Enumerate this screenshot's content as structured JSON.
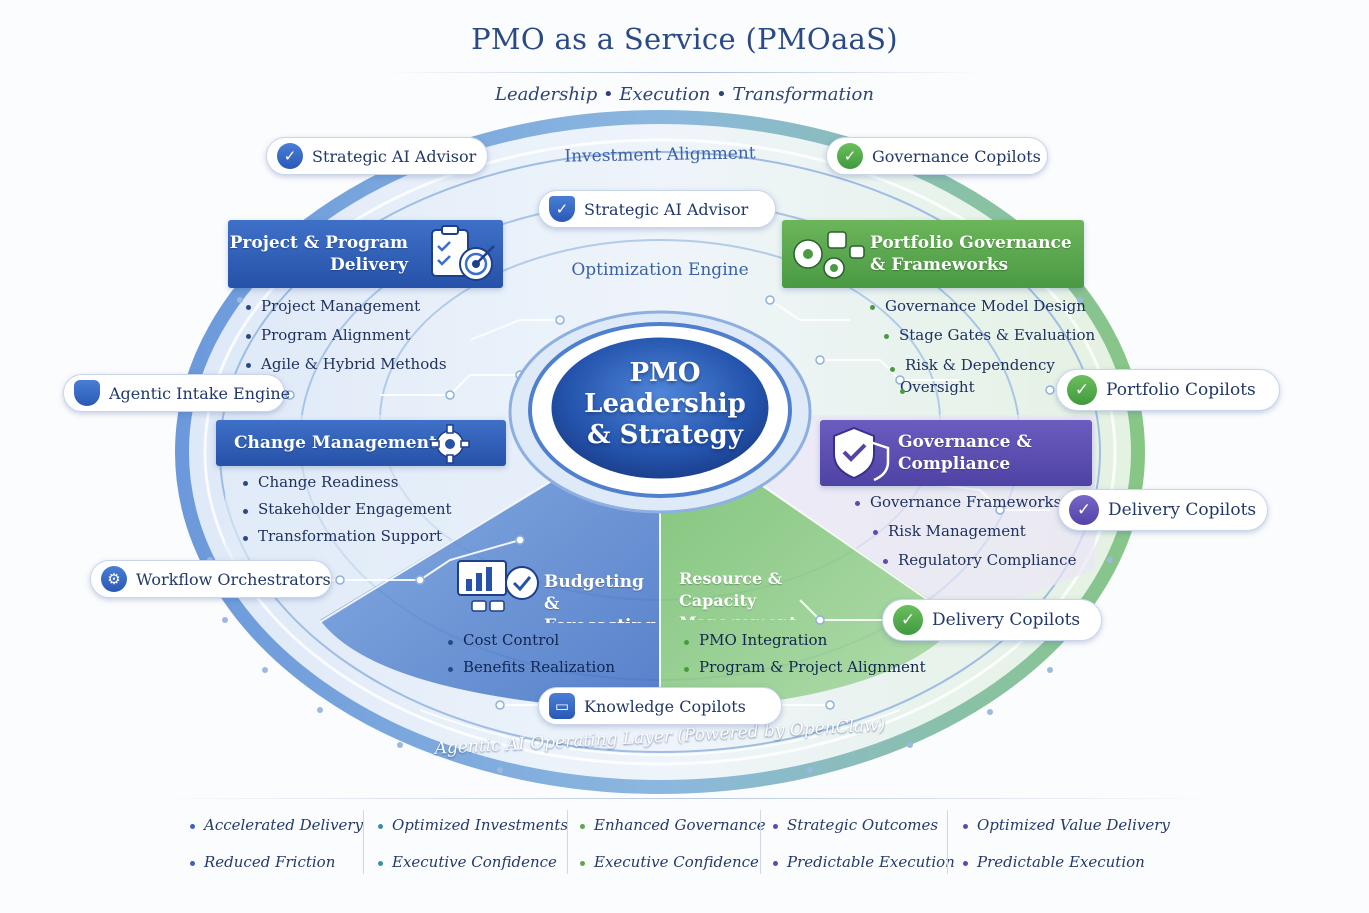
{
  "header": {
    "title": "PMO as a Service (PMOaaS)",
    "subtitle": "Leadership • Execution • Transformation"
  },
  "rings": {
    "outer": "Investment Alignment",
    "inner": "Optimization Engine",
    "base": "Agentic AI Operating Layer (Powered by OpenClaw)"
  },
  "center": {
    "line1": "PMO",
    "line2": "Leadership",
    "line3": "& Strategy"
  },
  "panels": {
    "project_program": {
      "title1": "Project & Program",
      "title2": "Delivery",
      "icon": "clipboard-target-icon",
      "items": [
        "Project Management",
        "Program Alignment",
        "Agile & Hybrid Methods"
      ]
    },
    "portfolio": {
      "title1": "Portfolio Governance",
      "title2": "& Frameworks",
      "icon": "gears-icon",
      "items": [
        "Governance Model Design",
        "Stage Gates & Evaluation",
        "Risk & Dependency",
        "Oversight"
      ]
    },
    "change": {
      "title1": "Change Management",
      "icon": "gear-icon",
      "items": [
        "Change Readiness",
        "Stakeholder Engagement",
        "Transformation Support"
      ]
    },
    "governance": {
      "title1": "Governance &",
      "title2": "Compliance",
      "icon": "shield-check-icon",
      "items": [
        "Governance Frameworks",
        "Risk Management",
        "Regulatory Compliance"
      ]
    },
    "budget": {
      "title1": "Budgeting &",
      "title2": "Forecasting",
      "icon": "bar-chart-check-icon",
      "items": [
        "Cost Control",
        "Benefits Realization"
      ]
    },
    "resource": {
      "title1": "Resource &",
      "title2": "Capacity Management",
      "items": [
        "PMO Integration",
        "Program & Project Alignment"
      ]
    }
  },
  "pills": {
    "strategic_top": "Strategic AI Advisor",
    "strategic_mid": "Strategic AI Advisor",
    "governance_copilots": "Governance Copilots",
    "agentic_intake": "Agentic Intake Engine",
    "portfolio_copilots": "Portfolio Copilots",
    "delivery_copilots_1": "Delivery Copilots",
    "workflow": "Workflow Orchestrators",
    "delivery_copilots_2": "Delivery Copilots",
    "knowledge": "Knowledge Copilots"
  },
  "outcomes": [
    [
      "Accelerated Delivery",
      "Reduced Friction"
    ],
    [
      "Optimized Investments",
      "Executive Confidence"
    ],
    [
      "Enhanced Governance",
      "Executive Confidence"
    ],
    [
      "Strategic Outcomes",
      "Predictable Execution"
    ],
    [
      "Optimized Value Delivery",
      "Predictable Execution"
    ]
  ],
  "colors": {
    "blue": "#2a59b5",
    "green": "#4a9a43",
    "purple": "#5443a8",
    "title": "#2a4a86"
  }
}
